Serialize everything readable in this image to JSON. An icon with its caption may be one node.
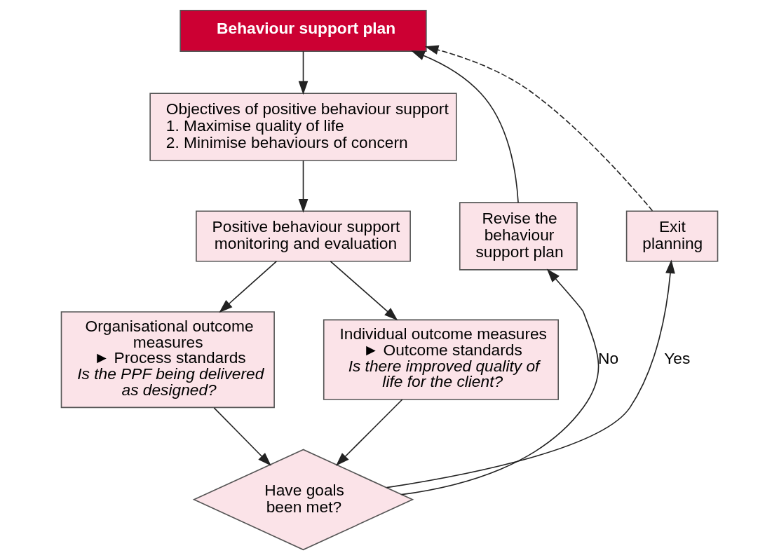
{
  "diagram": {
    "nodes": [
      {
        "text": [
          "Behaviour support plan"
        ]
      },
      {
        "text": [
          "Objectives of positive behaviour support",
          "1. Maximise quality of life",
          "2. Minimise behaviours of concern"
        ]
      },
      {
        "text": [
          "Positive behaviour support monitoring and evaluation"
        ]
      },
      {
        "text": [
          "Organisational outcome measures",
          "► Process standards",
          "Is the PPF being delivered as designed?"
        ]
      },
      {
        "text": [
          "Individual outcome measures",
          "► Outcome standards",
          "Is there improved quality of life for the client?"
        ]
      },
      {
        "text": [
          "Have goals been met?"
        ]
      },
      {
        "text": [
          "Revise the behaviour support plan"
        ]
      },
      {
        "text": [
          "Exit planning"
        ]
      }
    ],
    "edges": [
      {
        "from": 0,
        "to": 1,
        "arrow": "to"
      },
      {
        "from": 1,
        "to": 2,
        "arrow": "to"
      },
      {
        "from": 2,
        "to": 3,
        "arrow": "to"
      },
      {
        "from": 2,
        "to": 4,
        "arrow": "to"
      },
      {
        "from": 3,
        "to": 5,
        "arrow": "to"
      },
      {
        "from": 4,
        "to": 5,
        "arrow": "to"
      },
      {
        "from": 5,
        "to": 6,
        "label": "No",
        "arrow": "to"
      },
      {
        "from": 5,
        "to": 7,
        "label": "Yes",
        "arrow": "to"
      },
      {
        "from": 6,
        "to": 0,
        "arrow": "to"
      },
      {
        "from": 7,
        "to": 0,
        "arrow": "to",
        "style": "dashed"
      }
    ]
  }
}
